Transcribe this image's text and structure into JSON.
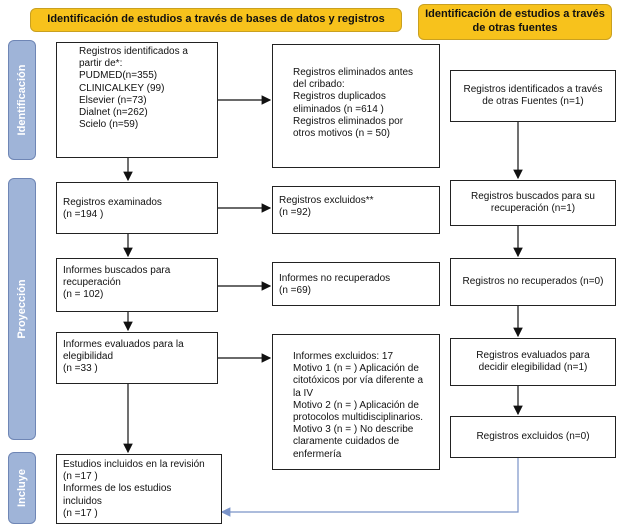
{
  "headers": {
    "databases": "Identificación de estudios a través de bases de datos y registros",
    "other_sources": [
      "Identificación de estudios a través",
      "de otras fuentes"
    ]
  },
  "stages": {
    "identification": "Identificación",
    "screening": "Proyección",
    "included": "Incluye"
  },
  "left": {
    "identified": [
      "Registros identificados a",
      "partir de*:",
      "PUDMED(n=355)",
      "CLINICALKEY (99)",
      "Elsevier (n=73)",
      "Dialnet (n=262)",
      "Scielo (n=59)"
    ],
    "examined": [
      "Registros examinados",
      "(n =194 )"
    ],
    "sought": [
      "Informes buscados para",
      "recuperación",
      "(n = 102)"
    ],
    "assessed": [
      "Informes evaluados para la",
      "elegibilidad",
      "(n =33 )"
    ],
    "included": [
      "Estudios incluidos en la revisión",
      "(n =17 )",
      "Informes de los estudios",
      "incluidos",
      "(n =17 )"
    ]
  },
  "middle": {
    "removed": [
      "Registros eliminados antes",
      "del cribado:",
      "Registros duplicados",
      "eliminados (n =614 )",
      "Registros eliminados por",
      "otros motivos (n = 50)"
    ],
    "excluded": [
      "Registros excluidos**",
      "(n =92)"
    ],
    "not_retrieved": [
      "Informes no recuperados",
      "(n =69)"
    ],
    "reports_excluded": [
      "Informes excluidos: 17",
      "Motivo 1 (n = ) Aplicación de",
      "citotóxicos por vía diferente a",
      "la IV",
      "Motivo 2 (n = ) Aplicación de",
      "protocolos multidisciplinarios.",
      "Motivo 3 (n = ) No describe",
      "claramente cuidados de",
      "enfermería"
    ]
  },
  "right": {
    "identified": [
      "Registros identificados a través",
      "de otras Fuentes (n=1)"
    ],
    "sought": [
      "Registros buscados para su",
      "recuperación (n=1)"
    ],
    "not_retrieved": [
      "Registros no recuperados (n=0)"
    ],
    "assessed": [
      "Registros evaluados para",
      "decidir elegibilidad (n=1)"
    ],
    "excluded": [
      "Registros excluidos (n=0)"
    ]
  }
}
